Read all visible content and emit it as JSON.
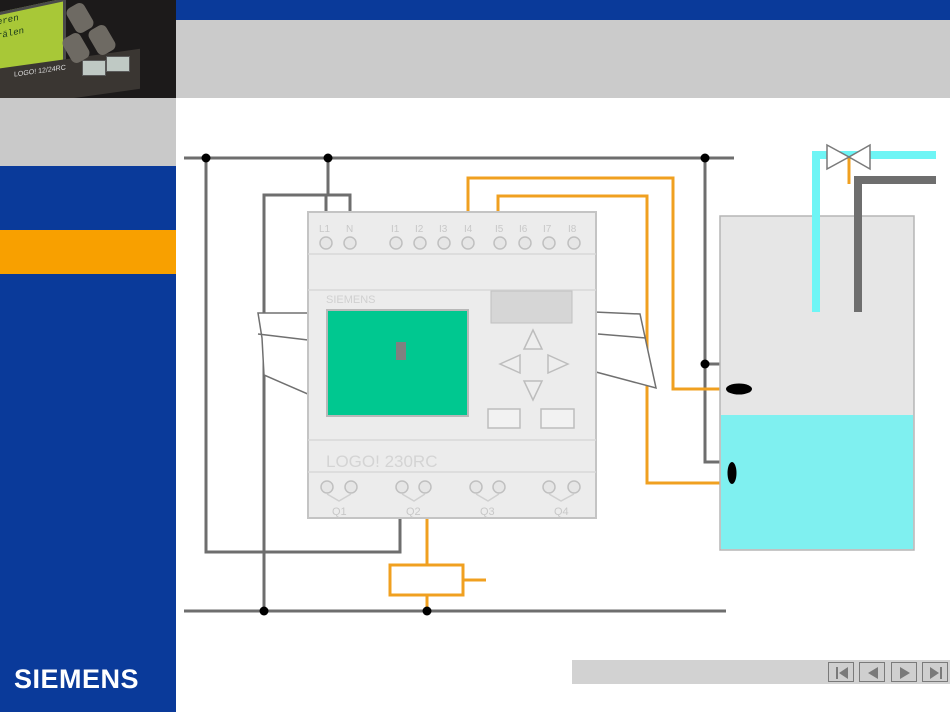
{
  "photo": {
    "screen_lines": [
      "eren",
      "rälen"
    ],
    "model_label": "LOGO! 12/24RC"
  },
  "brand": {
    "logo_text": "SIEMENS"
  },
  "plc": {
    "top_terminals": [
      "L1",
      "N",
      "I1",
      "I2",
      "I3",
      "I4",
      "I5",
      "I6",
      "I7",
      "I8"
    ],
    "brand_text": "SIEMENS",
    "model_text": "LOGO! 230RC",
    "outputs": [
      "Q1",
      "Q2",
      "Q3",
      "Q4"
    ]
  },
  "navigation": {
    "buttons": [
      {
        "name": "first-icon"
      },
      {
        "name": "previous-icon"
      },
      {
        "name": "next-icon"
      },
      {
        "name": "last-icon"
      }
    ]
  },
  "colors": {
    "brand_blue": "#0a3a9a",
    "accent_orange": "#f8a000",
    "wire_grey": "#6e6e6e",
    "wire_orange": "#f0a020",
    "lcd_green": "#00c890",
    "water_cyan": "#7ff0f0",
    "pipe_cyan": "#6ef5f5"
  }
}
